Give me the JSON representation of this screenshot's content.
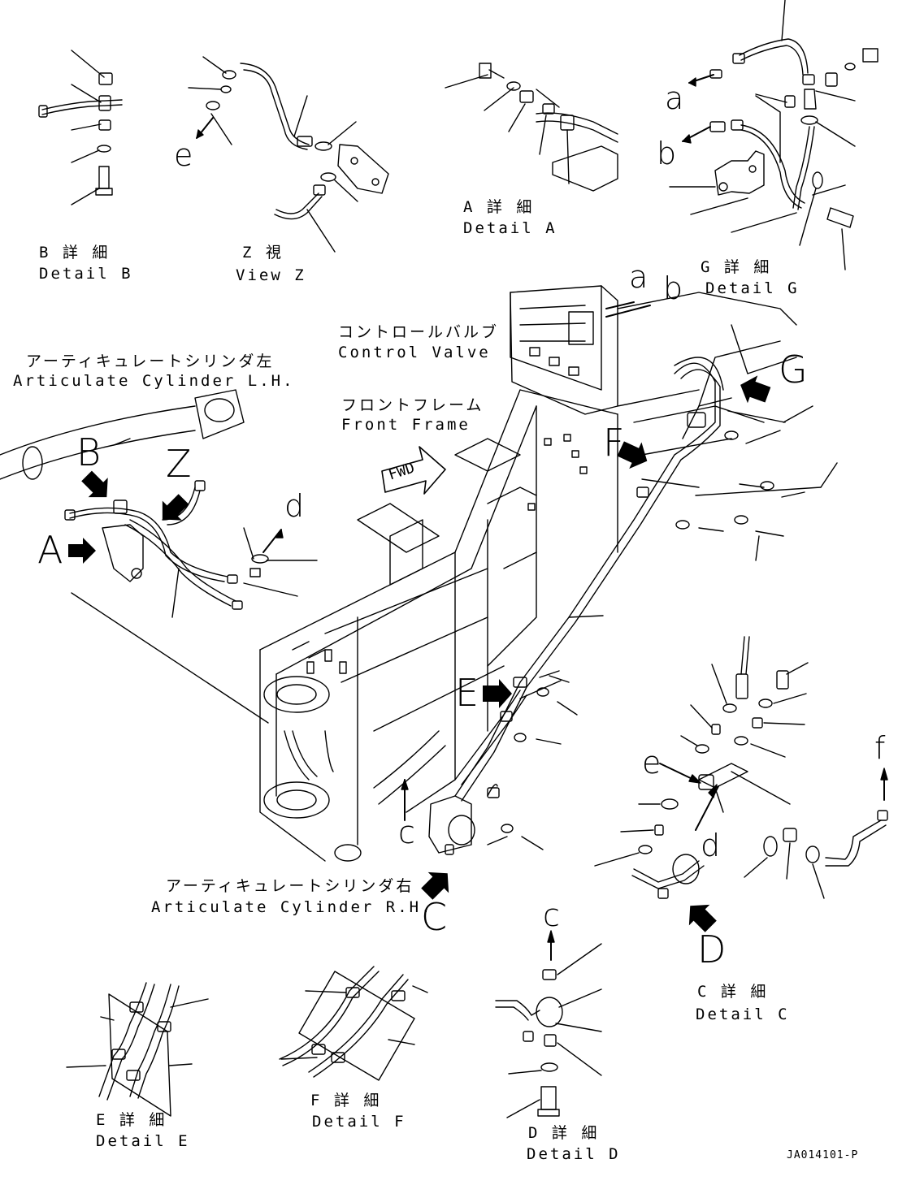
{
  "drawing_code": "JA014101-P",
  "captions": {
    "detail_b": {
      "jp": "B 詳 細",
      "en": "Detail B"
    },
    "view_z": {
      "jp": "Z 視",
      "en": "View Z"
    },
    "detail_a": {
      "jp": "A 詳 細",
      "en": "Detail A"
    },
    "detail_g": {
      "jp": "G 詳 細",
      "en": "Detail G"
    },
    "detail_c": {
      "jp": "C 詳 細",
      "en": "Detail C"
    },
    "detail_d": {
      "jp": "D 詳 細",
      "en": "Detail D"
    },
    "detail_e": {
      "jp": "E 詳 細",
      "en": "Detail E"
    },
    "detail_f": {
      "jp": "F 詳 細",
      "en": "Detail F"
    }
  },
  "component_labels": {
    "control_valve": {
      "jp": "コントロールバルブ",
      "en": "Control Valve"
    },
    "front_frame": {
      "jp": "フロントフレーム",
      "en": "Front Frame"
    },
    "articulate_cylinder_lh": {
      "jp": "アーティキュレートシリンダ左",
      "en": "Articulate Cylinder L.H."
    },
    "articulate_cylinder_rh": {
      "jp": "アーティキュレートシリンダ右",
      "en": "Articulate Cylinder R.H."
    }
  },
  "direction_label": "FWD",
  "view_letters": {
    "A": "A",
    "B": "B",
    "C": "C",
    "D": "D",
    "E": "E",
    "F": "F",
    "G": "G",
    "Z": "Z"
  },
  "connection_letters": {
    "a": "a",
    "b": "b",
    "c": "c",
    "d": "d",
    "e": "e",
    "f": "f"
  }
}
